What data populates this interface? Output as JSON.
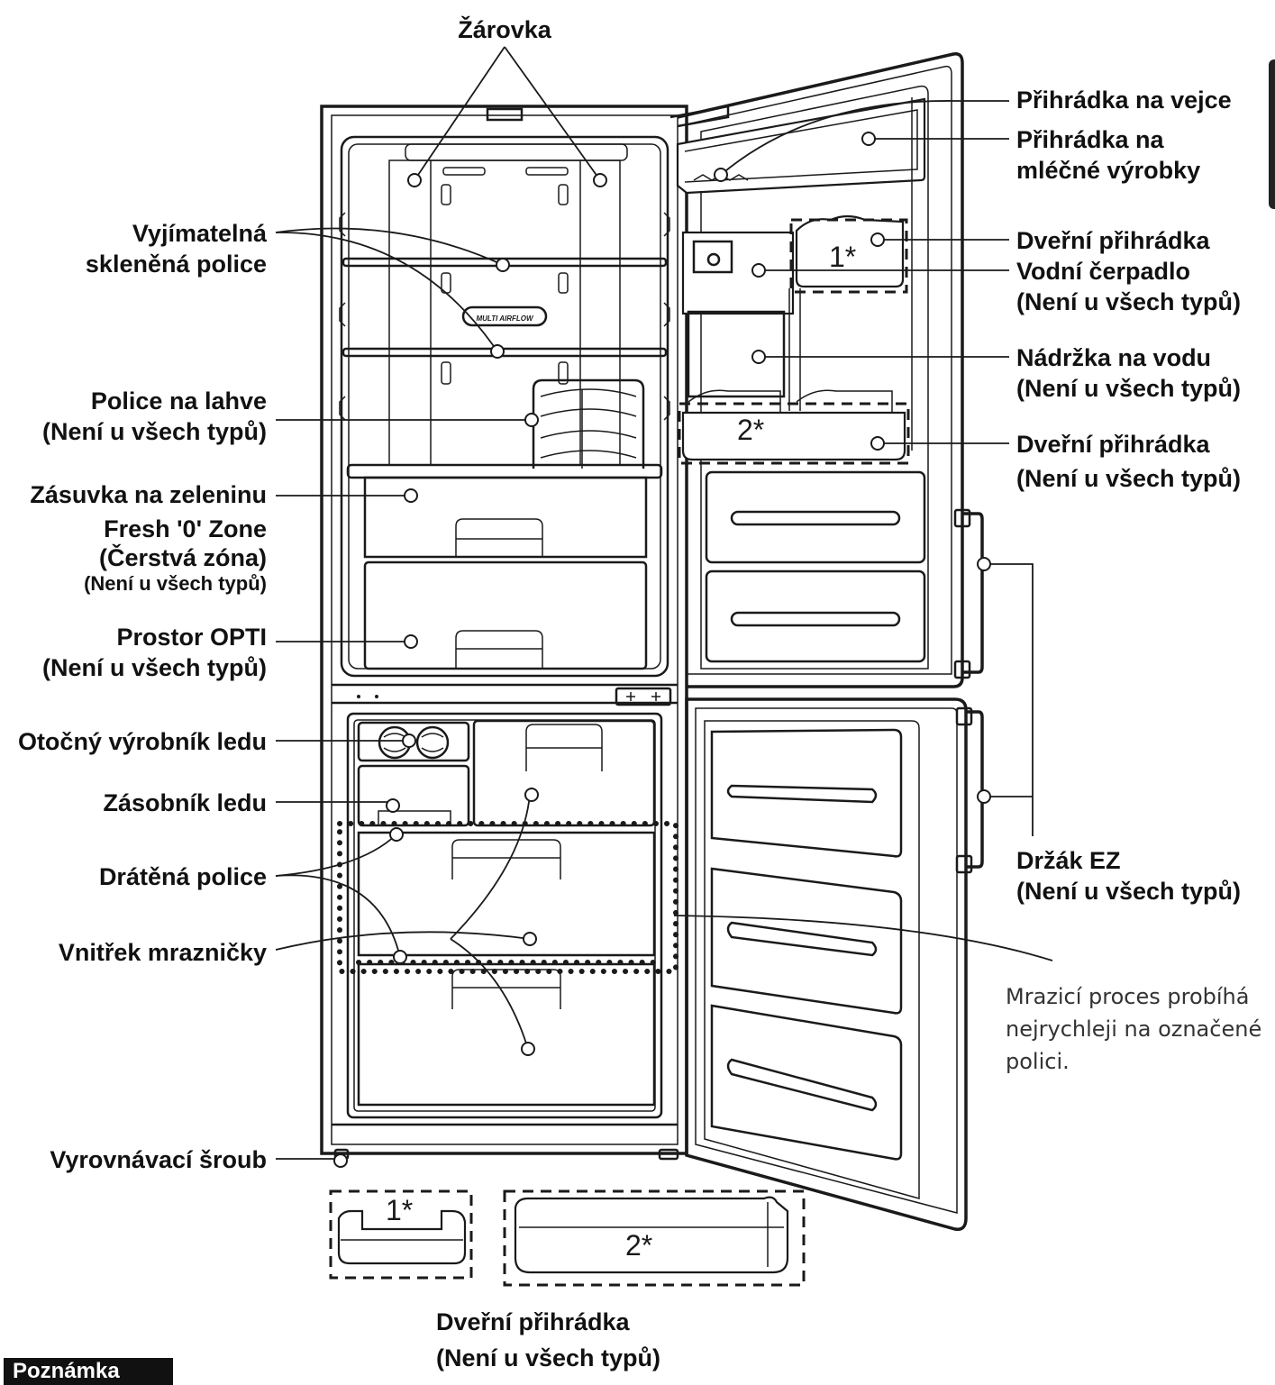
{
  "labels": {
    "bulb": "Žárovka",
    "egg_tray": "Přihrádka na vejce",
    "dairy_line1": "Přihrádka na",
    "dairy_line2": "mléčné výrobky",
    "door_basket_top": "Dveřní přihrádka",
    "water_pump": "Vodní čerpadlo",
    "water_pump_note": "(Není u všech typů)",
    "water_tank": "Nádržka na vodu",
    "water_tank_note": "(Není u všech typů)",
    "door_basket_mid": "Dveřní přihrádka",
    "door_basket_mid_note": "(Není u všech typů)",
    "ez_handle": "Držák EZ",
    "ez_handle_note": "(Není u všech typů)",
    "glass_shelf_line1": "Vyjímatelná",
    "glass_shelf_line2": "skleněná police",
    "bottle_shelf": "Police na lahve",
    "bottle_shelf_note": "(Není u všech typů)",
    "vegetable_drawer": "Zásuvka na zeleninu",
    "fresh_zone_line1": "Fresh '0' Zone",
    "fresh_zone_line2": "(Čerstvá zóna)",
    "fresh_zone_note": "(Není u všech typů)",
    "opti_space": "Prostor OPTI",
    "opti_space_note": "(Není u všech typů)",
    "ice_maker": "Otočný výrobník ledu",
    "ice_bin": "Zásobník ledu",
    "wire_shelf": "Drátěná police",
    "freezer_inside": "Vnitřek mrazničky",
    "leveling_screw": "Vyrovnávací šroub",
    "freezing_note_line1": "Mrazicí proces probíhá",
    "freezing_note_line2": "nejrychleji na označené",
    "freezing_note_line3": "polici.",
    "door_basket_bottom": "Dveřní přihrádka",
    "door_basket_bottom_note": "(Není u všech typů)",
    "note_badge": "Poznámka"
  },
  "markers": {
    "one": "1*",
    "two": "2*",
    "multi_airflow": "MULTI AIRFLOW"
  }
}
